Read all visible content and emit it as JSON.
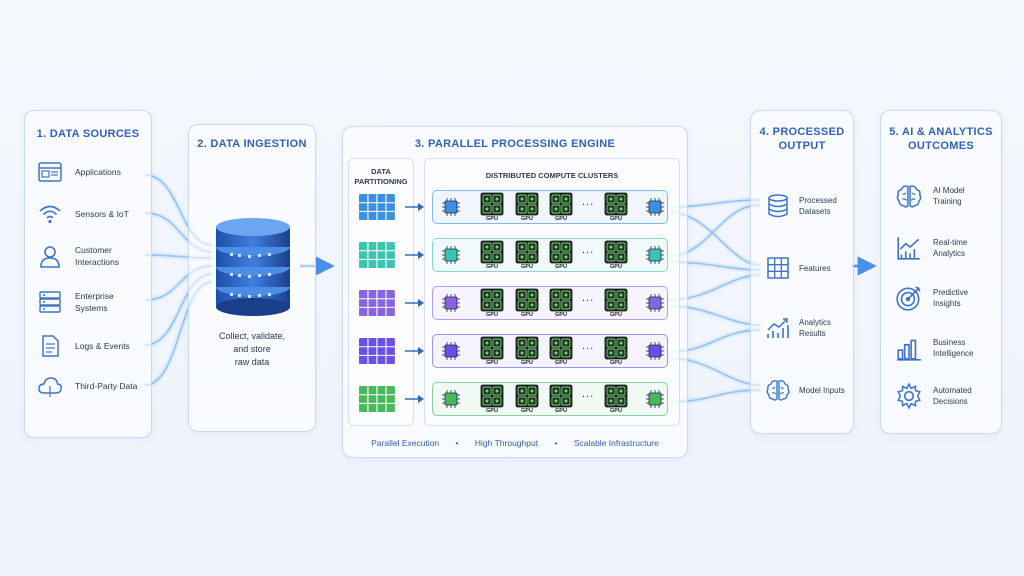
{
  "sections": {
    "sources": {
      "title": "1. DATA SOURCES",
      "items": [
        {
          "label": "Applications",
          "icon": "app-window-icon"
        },
        {
          "label": "Sensors & IoT",
          "icon": "wifi-icon"
        },
        {
          "label": "Customer\nInteractions",
          "icon": "user-icon"
        },
        {
          "label": "Enterprise\nSystems",
          "icon": "server-icon"
        },
        {
          "label": "Logs & Events",
          "icon": "document-icon"
        },
        {
          "label": "Third-Party Data",
          "icon": "cloud-icon"
        }
      ]
    },
    "ingestion": {
      "title": "2. DATA INGESTION",
      "caption": "Collect, validate,\nand store\nraw data",
      "icon": "database-stack-icon"
    },
    "processing": {
      "title": "3. PARALLEL PROCESSING ENGINE",
      "partitioning_title": "DATA\nPARTITIONING",
      "clusters_title": "DISTRIBUTED COMPUTE CLUSTERS",
      "gpu_label": "GPU",
      "ellipsis": "...",
      "footer": [
        "Parallel Execution",
        "•",
        "High Throughput",
        "•",
        "Scalable Infrastructure"
      ]
    },
    "output": {
      "title": "4. PROCESSED\nOUTPUT",
      "items": [
        {
          "label": "Processed\nDatasets",
          "icon": "database-icon"
        },
        {
          "label": "Features",
          "icon": "grid-icon"
        },
        {
          "label": "Analytics\nResults",
          "icon": "trend-chart-icon"
        },
        {
          "label": "Model Inputs",
          "icon": "brain-icon"
        }
      ]
    },
    "outcomes": {
      "title": "5. AI & ANALYTICS\nOUTCOMES",
      "items": [
        {
          "label": "AI Model\nTraining",
          "icon": "brain-icon"
        },
        {
          "label": "Real-time\nAnalytics",
          "icon": "line-chart-icon"
        },
        {
          "label": "Predictive\nInsights",
          "icon": "target-icon"
        },
        {
          "label": "Business\nIntelligence",
          "icon": "bar-chart-icon"
        },
        {
          "label": "Automated\nDecisions",
          "icon": "gear-icon"
        }
      ]
    }
  },
  "colors": {
    "accent": "#2f62b8",
    "rows": [
      "#3b8fe0",
      "#3cc3b0",
      "#8a63e0",
      "#6a4fe6",
      "#48b85a"
    ]
  }
}
